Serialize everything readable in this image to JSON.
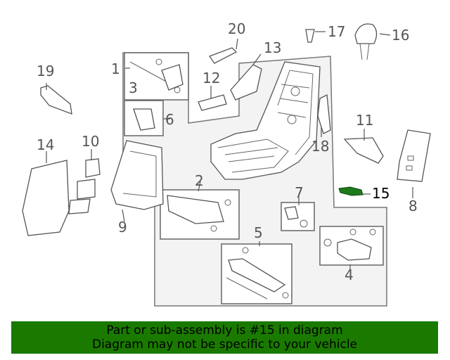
{
  "diagram": {
    "callouts": {
      "c1": "1",
      "c2": "2",
      "c3": "3",
      "c4": "4",
      "c5": "5",
      "c6": "6",
      "c7": "7",
      "c8": "8",
      "c9": "9",
      "c10": "10",
      "c11": "11",
      "c12": "12",
      "c13": "13",
      "c14": "14",
      "c15": "15",
      "c16": "16",
      "c17": "17",
      "c18": "18",
      "c19": "19",
      "c20": "20"
    },
    "highlighted_part": "15",
    "highlight_color": "#1d7a1d"
  },
  "footer": {
    "line1": "Part or sub-assembly is #15 in diagram",
    "line2": "Diagram may not be specific to your vehicle",
    "background_color": "#1a7a00"
  }
}
